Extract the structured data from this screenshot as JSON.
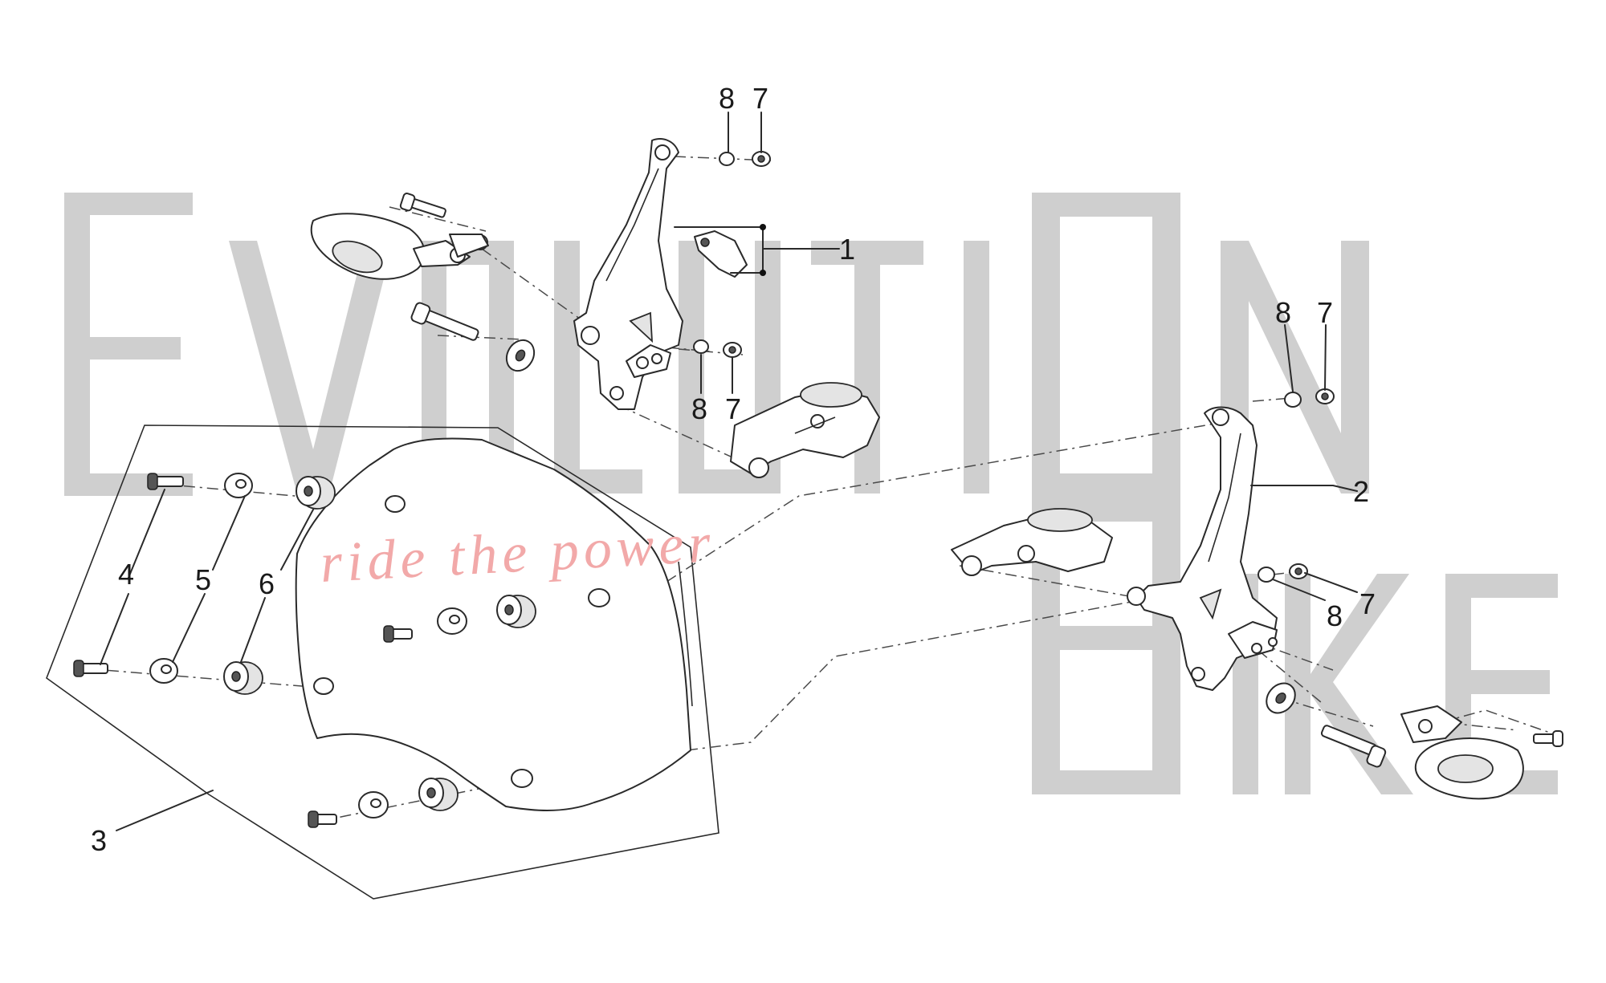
{
  "watermark": {
    "brand_word_1": "EvolutiOn",
    "brand_word_2": "Bike",
    "slogan": "ride the power",
    "color": "#cfcfcf",
    "slogan_color": "#f2a9a9"
  },
  "callouts": {
    "c1": "1",
    "c2": "2",
    "c3": "3",
    "c4": "4",
    "c5": "5",
    "c6": "6",
    "c7a": "7",
    "c8a": "8",
    "c7b": "7",
    "c8b": "8",
    "c7c": "7",
    "c8c": "8",
    "c7d": "7",
    "c8d": "8"
  }
}
